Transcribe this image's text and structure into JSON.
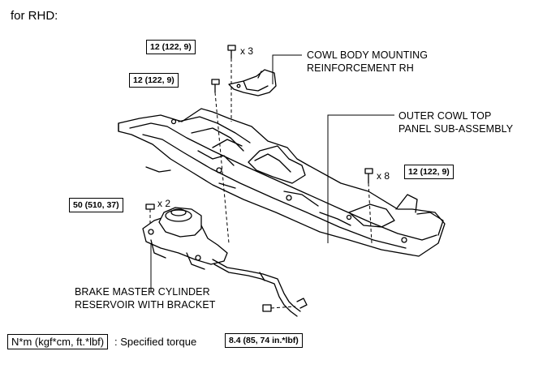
{
  "header": "for RHD:",
  "callouts": {
    "torque_top": "12 (122, 9)",
    "torque_top_qty": "x 3",
    "torque_left": "12 (122, 9)",
    "torque_right": "12 (122, 9)",
    "torque_right_qty": "x 8",
    "torque_nut": "50 (510, 37)",
    "torque_nut_qty": "x 2",
    "torque_bottom": "8.4 (85, 74 in.*lbf)"
  },
  "labels": {
    "reinforcement_line1": "COWL BODY MOUNTING",
    "reinforcement_line2": "REINFORCEMENT RH",
    "outer_cowl_line1": "OUTER COWL TOP",
    "outer_cowl_line2": "PANEL SUB-ASSEMBLY",
    "brake_line1": "BRAKE MASTER CYLINDER",
    "brake_line2": "RESERVOIR WITH BRACKET"
  },
  "legend": {
    "unit": "N*m (kgf*cm, ft.*lbf)",
    "text": ": Specified torque"
  }
}
